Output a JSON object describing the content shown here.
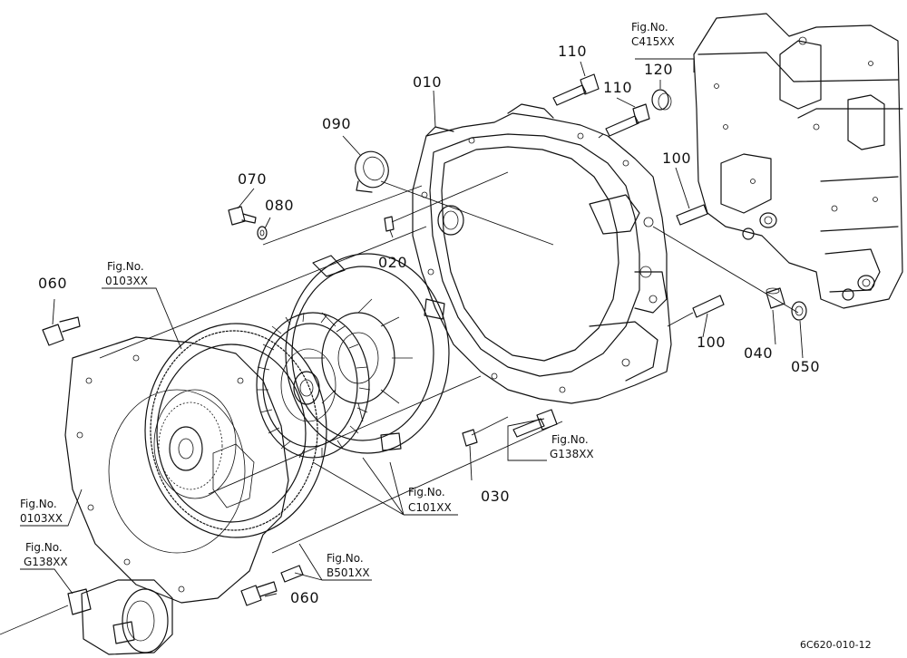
{
  "diagram": {
    "drawing_code": "6C620-010-12",
    "parts": [
      {
        "id": "p010",
        "number": "010"
      },
      {
        "id": "p020",
        "number": "020"
      },
      {
        "id": "p030",
        "number": "030"
      },
      {
        "id": "p040",
        "number": "040"
      },
      {
        "id": "p050",
        "number": "050"
      },
      {
        "id": "p060a",
        "number": "060"
      },
      {
        "id": "p060b",
        "number": "060"
      },
      {
        "id": "p070",
        "number": "070"
      },
      {
        "id": "p080",
        "number": "080"
      },
      {
        "id": "p090",
        "number": "090"
      },
      {
        "id": "p100a",
        "number": "100"
      },
      {
        "id": "p100b",
        "number": "100"
      },
      {
        "id": "p110a",
        "number": "110"
      },
      {
        "id": "p110b",
        "number": "110"
      },
      {
        "id": "p120",
        "number": "120"
      }
    ],
    "figure_refs": [
      {
        "id": "c415",
        "prefix": "Fig.No.",
        "code": "C415XX"
      },
      {
        "id": "f0103top",
        "prefix": "Fig.No.",
        "code": "0103XX"
      },
      {
        "id": "f0103left",
        "prefix": "Fig.No.",
        "code": "0103XX"
      },
      {
        "id": "g138left",
        "prefix": "Fig.No.",
        "code": "G138XX"
      },
      {
        "id": "g138right",
        "prefix": "Fig.No.",
        "code": "G138XX"
      },
      {
        "id": "c101",
        "prefix": "Fig.No.",
        "code": "C101XX"
      },
      {
        "id": "b501",
        "prefix": "Fig.No.",
        "code": "B501XX"
      }
    ]
  }
}
